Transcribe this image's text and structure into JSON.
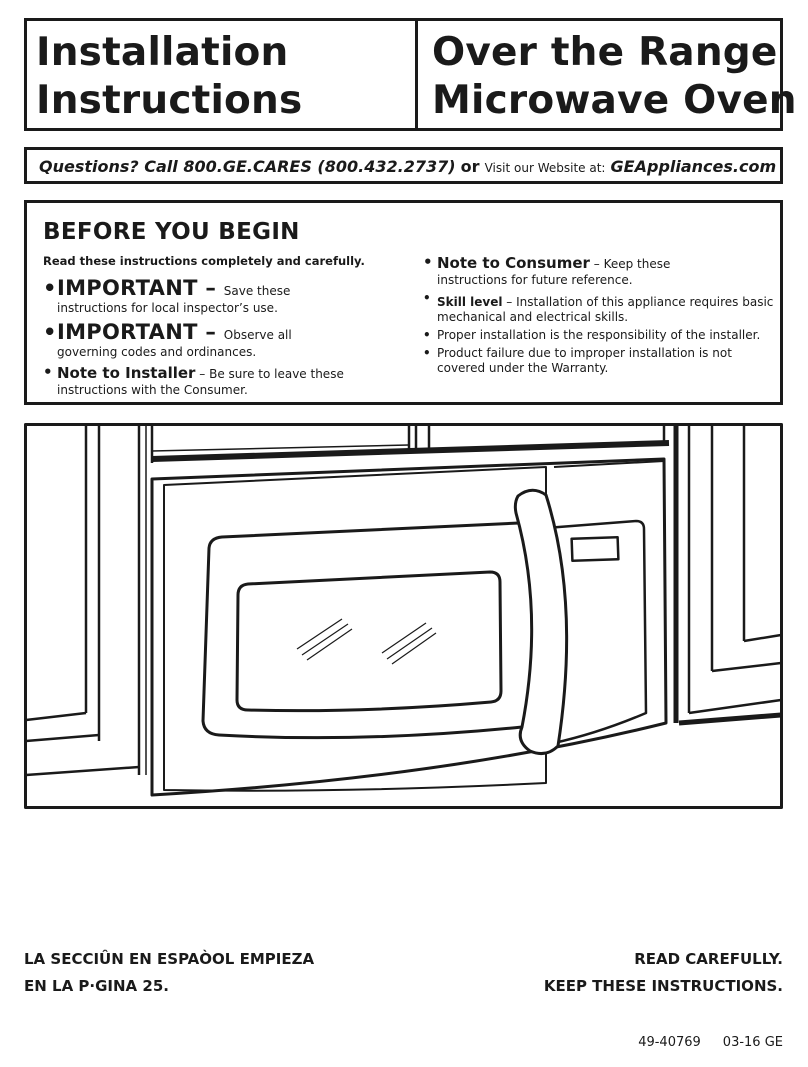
{
  "header": {
    "left_line1": "Installation",
    "left_line2": "Instructions",
    "right_line1": "Over the Range",
    "right_line2": "Microwave Oven"
  },
  "questions": {
    "call": "Questions? Call 800.GE.CARES (800.432.2737)",
    "or": "or",
    "visit": "Visit our Website at:",
    "site": "GEAppliances.com"
  },
  "before": {
    "heading": "BEFORE YOU BEGIN",
    "subheading": "Read these instructions completely and carefully.",
    "left_items": [
      {
        "head": "IMPORTANT",
        "dash": " – ",
        "text1": "Save these",
        "text2": "instructions for local inspector’s use."
      },
      {
        "head": "IMPORTANT",
        "dash": " – ",
        "text1": "Observe all",
        "text2": "governing codes and ordinances."
      },
      {
        "head": "Note to Installer",
        "dash": " – ",
        "text1": "Be sure to leave these",
        "text2": "instructions with the Consumer."
      }
    ],
    "right_items": [
      {
        "head": "Note to Consumer",
        "dash": " – ",
        "text1": "Keep these",
        "text2": "instructions for future reference."
      },
      {
        "head": "Skill level",
        "dash": " – ",
        "text1": "Installation of this appliance requires basic",
        "text2": "mechanical and electrical skills."
      },
      {
        "text1": "Proper installation is the responsibility of the installer."
      },
      {
        "text1": "Product failure due to improper installation is not",
        "text2": "covered under the Warranty."
      }
    ]
  },
  "footer": {
    "left_line1": "LA SECCIÛN EN ESPAÒOL EMPIEZA",
    "left_line2": "EN LA P·GINA 25.",
    "right_line1": "READ CAREFULLY.",
    "right_line2": "KEEP THESE INSTRUCTIONS.",
    "doc_number": "49-40769",
    "doc_date": "03-16 GE"
  }
}
